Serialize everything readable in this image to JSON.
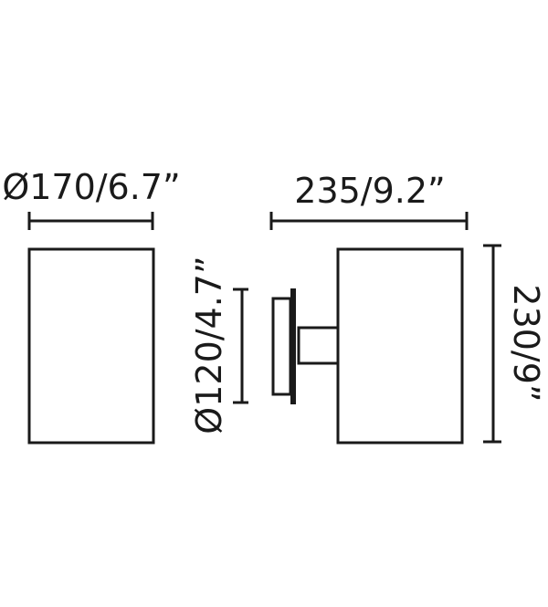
{
  "dimensions": {
    "front_diameter": "Ø170/6.7”",
    "side_depth": "235/9.2”",
    "base_diameter": "Ø120/4.7”",
    "height": "230/9”"
  },
  "colors": {
    "stroke": "#1a1a1a",
    "background": "#ffffff"
  }
}
